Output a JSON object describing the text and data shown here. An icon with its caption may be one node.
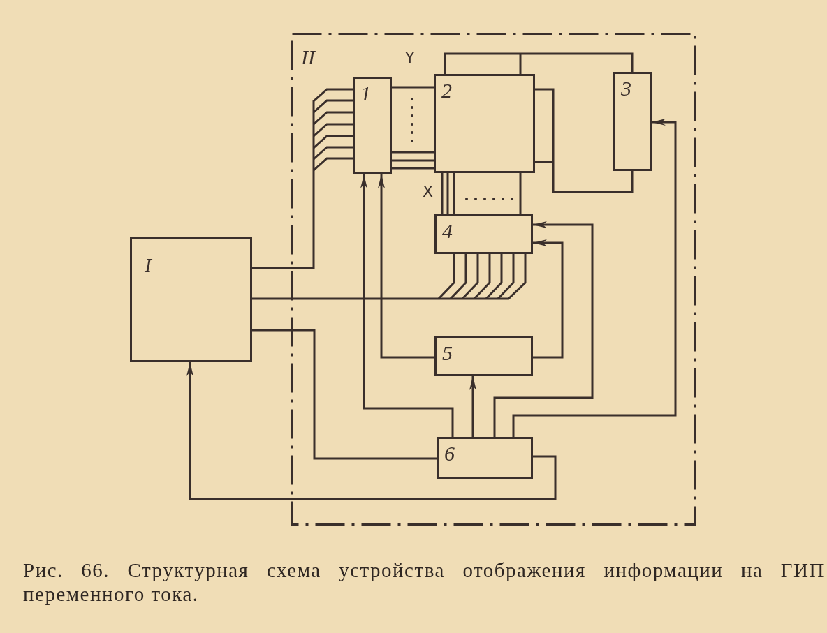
{
  "diagram": {
    "caption": "Рис. 66. Структурная схема устройства отображения информации на ГИП переменного тока.",
    "nodes": [
      {
        "text": [
          "II"
        ]
      },
      {
        "text": [
          "I"
        ]
      },
      {
        "text": [
          "1"
        ],
        "in": 0
      },
      {
        "text": [
          "2"
        ],
        "in": 0
      },
      {
        "text": [
          "3"
        ],
        "in": 0
      },
      {
        "text": [
          "4"
        ],
        "in": 0
      },
      {
        "text": [
          "5"
        ],
        "in": 0
      },
      {
        "text": [
          "6"
        ],
        "in": 0
      }
    ],
    "edges": [
      {
        "from": 1,
        "to": 2,
        "arrow": "none"
      },
      {
        "from": 1,
        "to": 5,
        "arrow": "none"
      },
      {
        "from": 1,
        "to": 7,
        "arrow": "none"
      },
      {
        "from": 7,
        "to": 1,
        "arrow": "to"
      },
      {
        "from": 2,
        "to": 3,
        "arrow": "none",
        "label": "Y"
      },
      {
        "from": 3,
        "to": 5,
        "arrow": "none",
        "label": "X"
      },
      {
        "from": 3,
        "to": 4,
        "arrow": "none"
      },
      {
        "from": 3,
        "to": 4,
        "arrow": "none"
      },
      {
        "from": 7,
        "to": 2,
        "arrow": "to"
      },
      {
        "from": 6,
        "to": 2,
        "arrow": "to"
      },
      {
        "from": 7,
        "to": 6,
        "arrow": "to"
      },
      {
        "from": 6,
        "to": 5,
        "arrow": "to"
      },
      {
        "from": 7,
        "to": 5,
        "arrow": "to"
      },
      {
        "from": 7,
        "to": 4,
        "arrow": "to"
      },
      {
        "from": 2,
        "to": 3,
        "arrow": "none"
      },
      {
        "from": 2,
        "to": 3,
        "arrow": "none"
      },
      {
        "from": 2,
        "to": 3,
        "arrow": "none"
      },
      {
        "from": 3,
        "to": 5,
        "arrow": "none"
      },
      {
        "from": 3,
        "to": 5,
        "arrow": "none"
      },
      {
        "from": 3,
        "to": 5,
        "arrow": "none"
      }
    ]
  }
}
